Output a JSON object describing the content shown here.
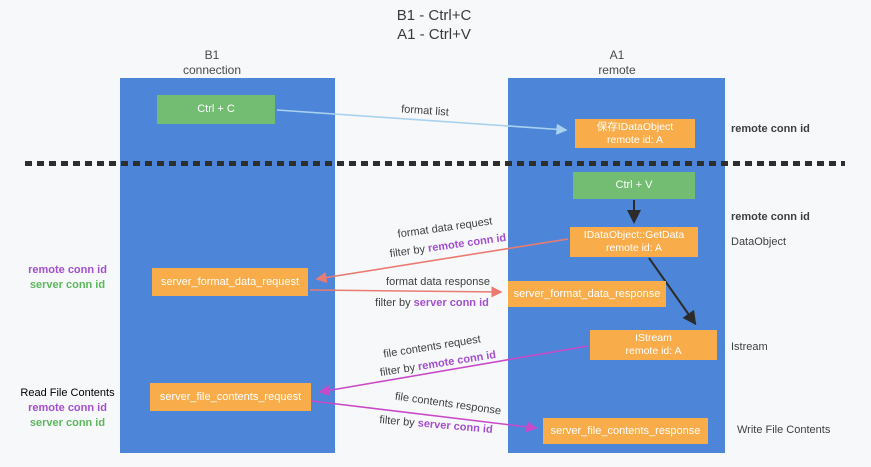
{
  "title": {
    "lines": [
      "B1 - Ctrl+C",
      "A1 - Ctrl+V"
    ]
  },
  "lanes": {
    "left": {
      "title": "B1",
      "subtitle": "connection"
    },
    "right": {
      "title": "A1",
      "subtitle": "remote"
    }
  },
  "nodes": {
    "ctrl_c": {
      "label": "Ctrl + C"
    },
    "save_idataobject": {
      "line1": "保存IDataObject",
      "line2": "remote id: A"
    },
    "ctrl_v": {
      "label": "Ctrl + V"
    },
    "idataobject_getdata": {
      "line1": "IDataObject::GetData",
      "line2": "remote id: A"
    },
    "server_format_data_request": {
      "label": "server_format_data_request"
    },
    "server_format_data_response": {
      "label": "server_format_data_response"
    },
    "istream": {
      "line1": "IStream",
      "line2": "remote id: A"
    },
    "server_file_contents_request": {
      "label": "server_file_contents_request"
    },
    "server_file_contents_response": {
      "label": "server_file_contents_response"
    }
  },
  "edge_labels": {
    "format_list": "format list",
    "format_data_request": "format data request",
    "format_data_response": "format data response",
    "file_contents_request": "file contents request",
    "file_contents_response": "file contents response",
    "filter_by": "filter by",
    "remote_conn_id": "remote conn id",
    "server_conn_id": "server conn id"
  },
  "side_labels": {
    "left": {
      "format_remote": "remote conn id",
      "format_server": "server conn id",
      "read_file_contents": "Read File Contents",
      "file_remote": "remote conn id",
      "file_server": "server conn id"
    },
    "right": {
      "remote_conn_id_top": "remote conn id",
      "remote_conn_id_mid": "remote conn id",
      "dataobject": "DataObject",
      "istream": "Istream",
      "write_file_contents": "Write File Contents"
    }
  },
  "colors": {
    "lane_blue": "#4d86d8",
    "node_green": "#72bd72",
    "node_orange": "#f8ac4a",
    "arrow_light_blue": "#a9d2ef",
    "arrow_salmon": "#ea7b72",
    "arrow_magenta": "#c94ac9",
    "arrow_black": "#2b2b2b",
    "label_purple": "#a44fd0",
    "label_green": "#5cb85c"
  }
}
